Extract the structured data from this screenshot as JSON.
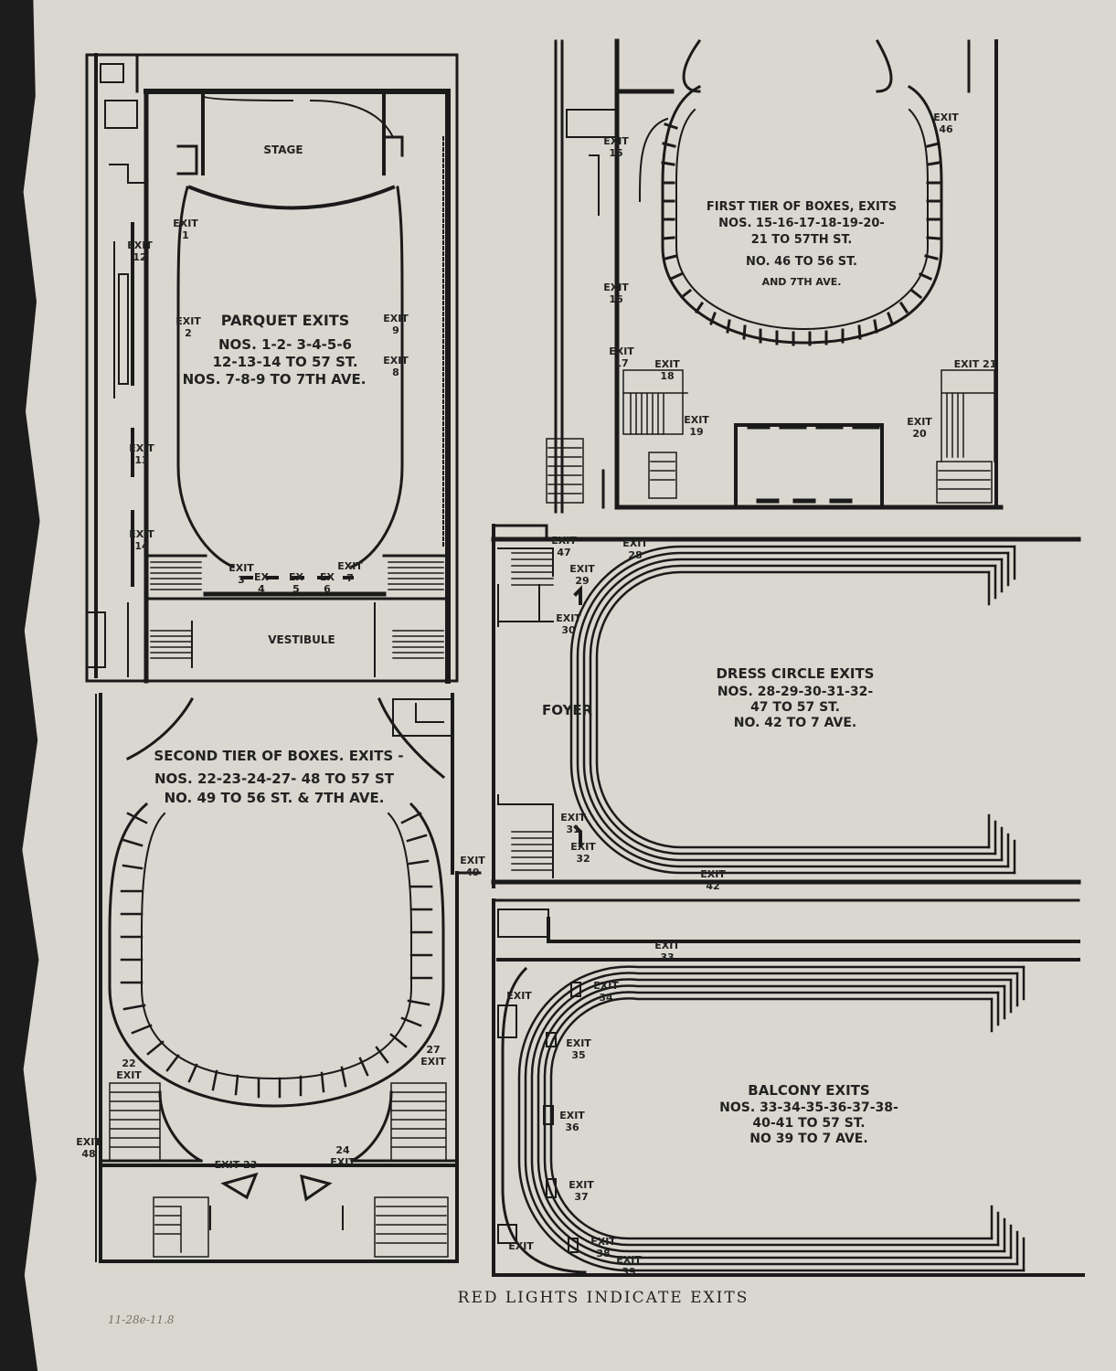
{
  "parquet": {
    "stage": "STAGE",
    "vestibule": "VESTIBULE",
    "title": "PARQUET EXITS",
    "line1": "NOS. 1-2- 3-4-5-6",
    "line2": "12-13-14 TO 57 ST.",
    "line3": "NOS. 7-8-9 TO 7TH AVE.",
    "exits": {
      "e1": [
        "EXIT",
        "1"
      ],
      "e2": [
        "EXIT",
        "2"
      ],
      "e9": [
        "EXIT",
        "9"
      ],
      "e8": [
        "EXIT",
        "8"
      ],
      "e12": [
        "EXIT",
        "12"
      ],
      "e13": [
        "EXIT",
        "13"
      ],
      "e14": [
        "EXIT",
        "14"
      ],
      "e3": [
        "EXIT",
        "3"
      ],
      "e4": [
        "EX",
        "4"
      ],
      "e5": [
        "EX",
        "5"
      ],
      "e6": [
        "EX",
        "6"
      ],
      "e7": [
        "EXIT",
        "7"
      ]
    }
  },
  "first_tier": {
    "line1": "FIRST TIER OF BOXES, EXITS",
    "line2": "NOS. 15-16-17-18-19-20-",
    "line3": "21 TO 57TH ST.",
    "line4": "NO. 46 TO 56 ST.",
    "line5": "AND 7TH AVE.",
    "exits": {
      "e15": [
        "EXIT",
        "15"
      ],
      "e16": [
        "EXIT",
        "16"
      ],
      "e17": [
        "EXIT",
        "17"
      ],
      "e18": [
        "EXIT",
        "18"
      ],
      "e19": [
        "EXIT",
        "19"
      ],
      "e20": [
        "EXIT",
        "20"
      ],
      "e21": [
        "EXIT 21",
        ""
      ],
      "e46": [
        "EXIT",
        "46"
      ]
    }
  },
  "second_tier": {
    "line1": "SECOND TIER OF BOXES. EXITS -",
    "line2": "NOS. 22-23-24-27- 48 TO 57 ST",
    "line3": "NO. 49 TO 56 ST. & 7TH AVE.",
    "exits": {
      "e22": [
        "22",
        "EXIT"
      ],
      "e27": [
        "27",
        "EXIT"
      ],
      "e48": [
        "EXIT",
        "48"
      ],
      "e49": [
        "EXIT",
        "49"
      ],
      "e23": [
        "EXIT 23",
        ""
      ],
      "e24": [
        "24",
        "EXIT"
      ]
    }
  },
  "dress_circle": {
    "foyer": "FOYER",
    "line1": "DRESS CIRCLE EXITS",
    "line2": "NOS. 28-29-30-31-32-",
    "line3": "47 TO 57 ST.",
    "line4": "NO. 42 TO 7 AVE.",
    "exits": {
      "e47": [
        "EXIT",
        "47"
      ],
      "e28": [
        "EXIT",
        "28"
      ],
      "e29": [
        "EXIT",
        "29"
      ],
      "e30": [
        "EXIT",
        "30"
      ],
      "e31": [
        "EXIT",
        "31"
      ],
      "e32": [
        "EXIT",
        "32"
      ],
      "e42": [
        "EXIT",
        "42"
      ]
    }
  },
  "balcony": {
    "line1": "BALCONY EXITS",
    "line2": "NOS. 33-34-35-36-37-38-",
    "line3": "40-41 TO 57 ST.",
    "line4": "NO 39 TO 7 AVE.",
    "exits": {
      "e33": [
        "EXIT",
        "33"
      ],
      "e34": [
        "EXIT",
        "34"
      ],
      "e35": [
        "EXIT",
        "35"
      ],
      "e36": [
        "EXIT",
        "36"
      ],
      "e37": [
        "EXIT",
        "37"
      ],
      "e38": [
        "EXIT",
        "38"
      ],
      "e39": [
        "EXIT",
        "39"
      ],
      "eTop": [
        "EXIT",
        ""
      ],
      "eBot": [
        "EXIT",
        ""
      ]
    }
  },
  "footer": "RED LIGHTS INDICATE EXITS",
  "annotation": "11-28e-11.8"
}
